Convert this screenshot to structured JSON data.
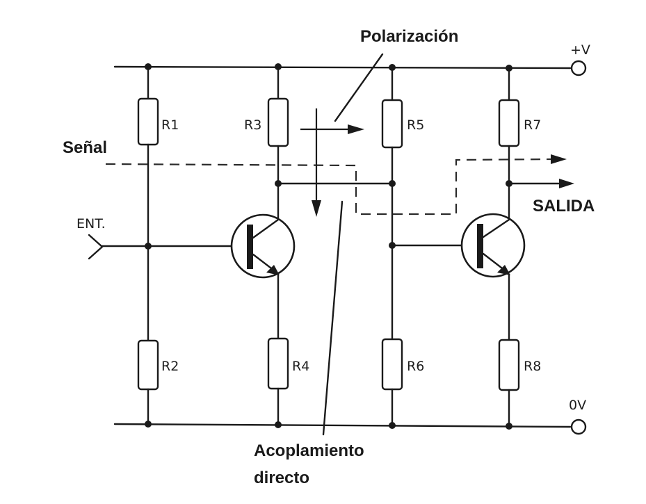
{
  "annotations": {
    "polarizacion": "Polarización",
    "senal": "Señal",
    "salida": "SALIDA",
    "acoplamiento_line1": "Acoplamiento",
    "acoplamiento_line2": "directo"
  },
  "terminals": {
    "positive": "+V",
    "ground": "0V",
    "input": "ENT."
  },
  "components": {
    "r1": "R1",
    "r2": "R2",
    "r3": "R3",
    "r4": "R4",
    "r5": "R5",
    "r6": "R6",
    "r7": "R7",
    "r8": "R8"
  },
  "colors": {
    "ink": "#1a1a1a",
    "background": "#ffffff"
  }
}
